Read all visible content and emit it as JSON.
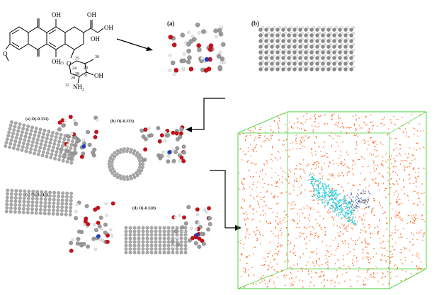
{
  "figure": {
    "structure_labels": {
      "oh_top_1": "OH",
      "oh_top_2": "OH",
      "oh_right": "OH",
      "oh_ring": "OH",
      "oh_lower": "OH",
      "methoxy": "O",
      "nh2": "NH",
      "nh2_sub": "2",
      "ring_o": "O",
      "num_23": "23",
      "num_24": "24",
      "num_25": "25",
      "num_26": "26",
      "num_28": "28",
      "num_29": "29",
      "num_30": "30",
      "num_31": "31",
      "num_32": "32"
    },
    "panel_a_top": "(a)",
    "panel_b_top": "(b)",
    "complex_labels": [
      {
        "id": "a",
        "text": "(a) O(-0.331)"
      },
      {
        "id": "b",
        "text": "(b) O(-0.333)"
      },
      {
        "id": "c",
        "text": "(c) N(-0.412)"
      },
      {
        "id": "d",
        "text": "(d) O(-0.328)"
      }
    ],
    "colors": {
      "oxygen": "#c8101a",
      "carbon": "#9a9a9a",
      "hydrogen": "#e6e6e6",
      "nitrogen": "#1f3fbf",
      "box": "#39d42b",
      "water": "#ff7a33",
      "solute": "#2fd0dd",
      "arrow": "#000000"
    },
    "icons": [
      "arrow-right-icon",
      "elbow-arrow-left-icon",
      "elbow-arrow-right-icon"
    ]
  }
}
